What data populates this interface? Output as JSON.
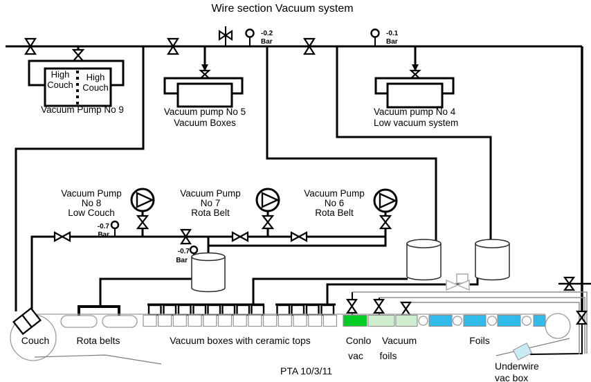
{
  "title": "Wire section Vacuum system",
  "footer_note": "PTA 10/3/11",
  "top_units": {
    "pump9": {
      "label": "Vacuum Pump No 9",
      "cell_left": [
        "High",
        "Couch"
      ],
      "cell_right": [
        "High",
        "Couch"
      ]
    },
    "pump5": {
      "lines": [
        "Vacuum pump No 5",
        "Vacuum Boxes"
      ]
    },
    "pump4": {
      "lines": [
        "Vacuum pump No 4",
        "Low vacuum system"
      ]
    }
  },
  "mid_pumps": {
    "pump8": {
      "lines": [
        "Vacuum Pump",
        "No 8",
        "Low Couch"
      ]
    },
    "pump7": {
      "lines": [
        "Vacuum Pump",
        "No 7",
        "Rota Belt"
      ]
    },
    "pump6": {
      "lines": [
        "Vacuum Pump",
        "No 6",
        "Rota Belt"
      ]
    }
  },
  "gauges": {
    "top_mid": {
      "value": "-0.2",
      "unit": "Bar"
    },
    "top_right": {
      "value": "-0.1",
      "unit": "Bar"
    },
    "manifold": {
      "value": "-0.7",
      "unit": "Bar"
    },
    "tank": {
      "value": "-0.7",
      "unit": "Bar"
    }
  },
  "machine_labels": {
    "couch": "Couch",
    "rota_belts": "Rota belts",
    "vacuum_boxes": "Vacuum boxes with ceramic tops",
    "conlo": [
      "Conlo",
      "vac"
    ],
    "vacuum_foils": [
      "Vacuum",
      "foils"
    ],
    "foils": "Foils",
    "underwire": [
      "Underwire",
      "vac box"
    ]
  },
  "colors": {
    "conlo_green": "#00cc22",
    "foil_light_green": "#cfeecf",
    "foil_cyan": "#30bbea",
    "underwire_cyan": "#c8ebf5",
    "diagram_black": "#000000",
    "machine_gray": "#9a9a9a"
  }
}
